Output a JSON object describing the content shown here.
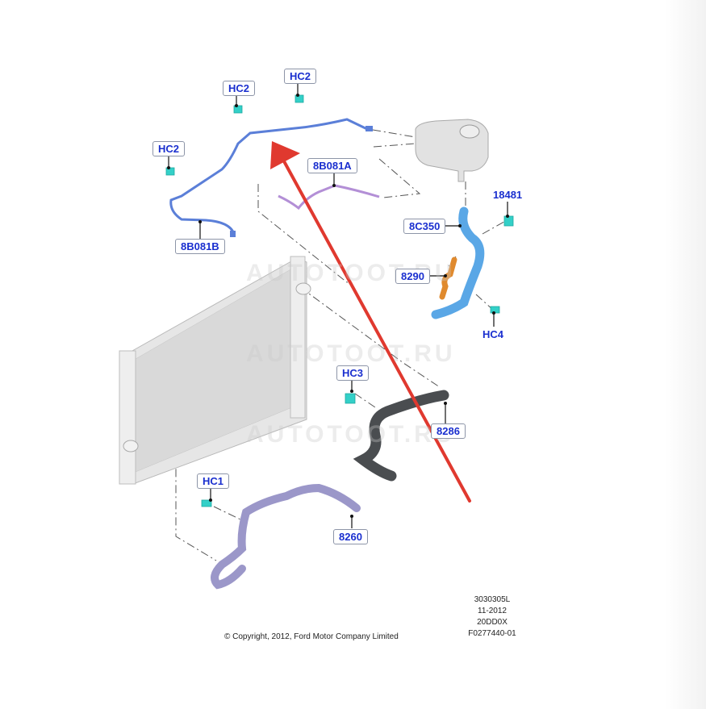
{
  "diagram": {
    "title": "Ford cooling system hoses exploded view",
    "callouts": {
      "hc2_left": "HC2",
      "hc2_mid": "HC2",
      "hc2_right": "HC2",
      "p8b081a": "8B081A",
      "p8b081b": "8B081B",
      "p18481": "18481",
      "p8c350": "8C350",
      "p8290": "8290",
      "hc4": "HC4",
      "hc3": "HC3",
      "p8286": "8286",
      "hc1": "HC1",
      "p8260": "8260"
    },
    "watermark": "AUTOTOOT.RU",
    "colors": {
      "label_text": "#1a2fcf",
      "arrow": "#e0392f",
      "hose_blue": "#5b7fd8",
      "hose_purple": "#b38fd6",
      "hose_lightblue": "#5aa7e6",
      "hose_orange": "#e08a2e",
      "hose_dark": "#4a4d50",
      "hose_lavender": "#9b97c9",
      "clip_cyan": "#33d0c8"
    }
  },
  "footer": {
    "copyright": "© Copyright, 2012, Ford Motor Company Limited",
    "meta_lines": [
      "3030305L",
      "11-2012",
      "20DD0X",
      "F0277440-01"
    ]
  }
}
